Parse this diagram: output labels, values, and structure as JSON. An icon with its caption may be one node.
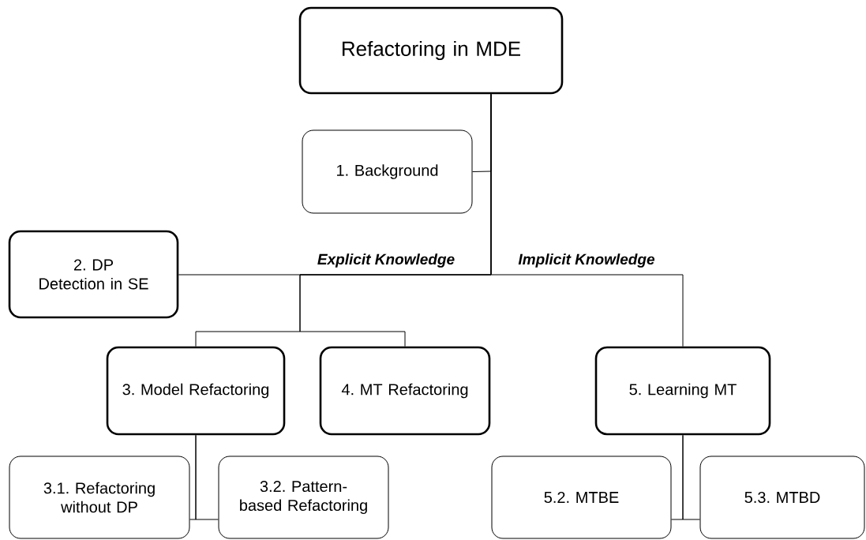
{
  "diagram": {
    "nodes": [
      {
        "text": [
          "Refactoring in MDE"
        ]
      },
      {
        "text": [
          "1. Background"
        ]
      },
      {
        "text": [
          "2. DP Detection in SE"
        ]
      },
      {
        "text": [
          "3. Model Refactoring"
        ]
      },
      {
        "text": [
          "4. MT Refactoring"
        ]
      },
      {
        "text": [
          "5. Learning MT"
        ]
      },
      {
        "text": [
          "3.1. Refactoring without DP"
        ]
      },
      {
        "text": [
          "3.2. Pattern-based Refactoring"
        ]
      },
      {
        "text": [
          "5.2. MTBE"
        ]
      },
      {
        "text": [
          "5.3. MTBD"
        ]
      }
    ],
    "edges": [
      {
        "from": 0,
        "to": 1,
        "arrow": "none"
      },
      {
        "from": 0,
        "to": 2,
        "arrow": "none"
      },
      {
        "from": 0,
        "to": 3,
        "arrow": "none"
      },
      {
        "from": 0,
        "to": 4,
        "arrow": "none"
      },
      {
        "from": 0,
        "to": 5,
        "arrow": "none"
      },
      {
        "from": 3,
        "to": 6,
        "arrow": "none"
      },
      {
        "from": 3,
        "to": 7,
        "arrow": "none"
      },
      {
        "from": 5,
        "to": 8,
        "arrow": "none"
      },
      {
        "from": 5,
        "to": 9,
        "arrow": "none"
      }
    ],
    "labels": [
      "Explicit Knowledge",
      "Implicit Knowledge"
    ]
  }
}
